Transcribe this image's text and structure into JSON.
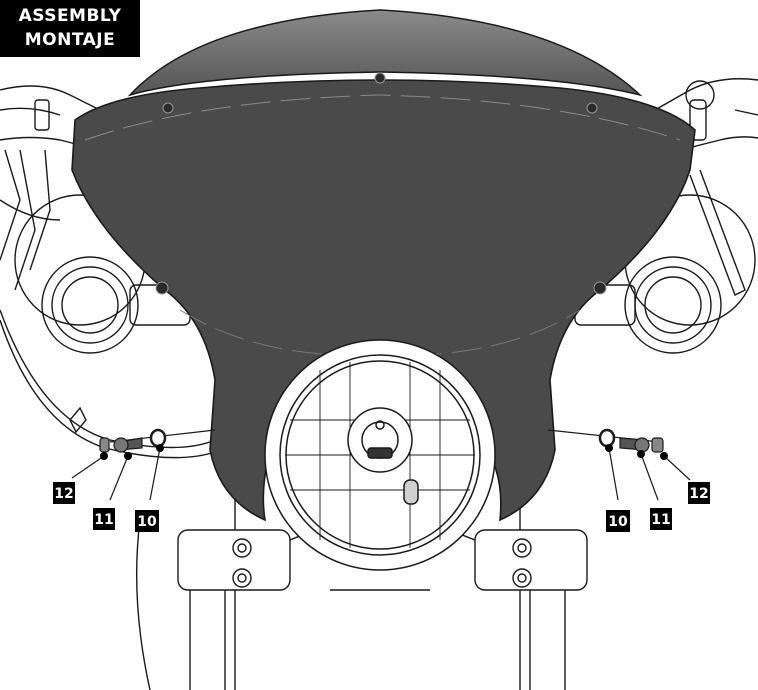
{
  "header": {
    "line1": "ASSEMBLY",
    "line2": "MONTAJE"
  },
  "callouts": {
    "left_12": "12",
    "left_11": "11",
    "left_10": "10",
    "right_10": "10",
    "right_11": "11",
    "right_12": "12"
  },
  "colors": {
    "fairing": "#4a4a4a",
    "fairing_top": "#6a6a6a",
    "line": "#1a1a1a",
    "callout_bg": "#000000"
  }
}
